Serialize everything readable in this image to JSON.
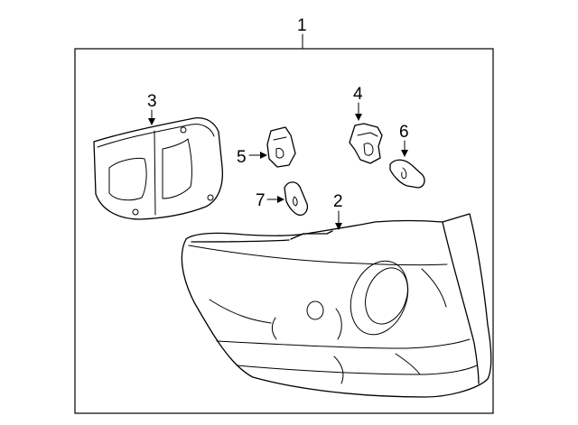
{
  "callouts": {
    "assembly": "1",
    "lamp": "2",
    "gasket": "3",
    "socket_large": "4",
    "socket_small": "5",
    "bulb_large": "6",
    "bulb_small": "7"
  }
}
